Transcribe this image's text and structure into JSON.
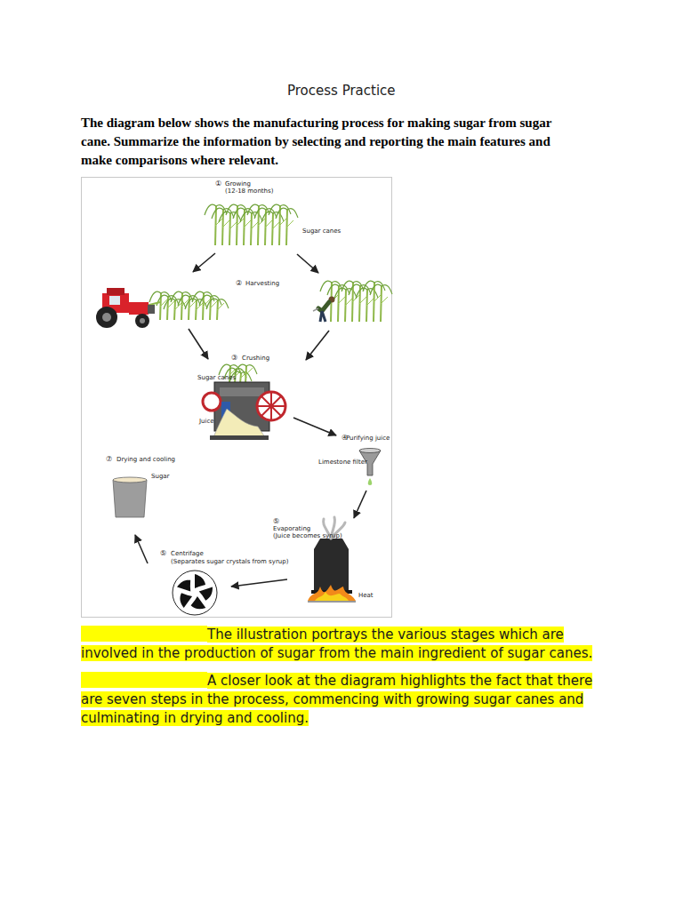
{
  "diagram": {
    "title": "Process Practice",
    "labels": [
      "The diagram below shows the manufacturing process for making sugar from sugar cane. Summarize the information by selecting and reporting the main features and make comparisons where relevant.",
      "①",
      "Growing",
      "(12-18 months)",
      "Sugar canes",
      "②",
      "Harvesting",
      "③",
      "Crushing",
      "Sugar canes",
      "Juice",
      "④",
      "Purifying juice",
      "Limestone filter",
      "⑤",
      "Evaporating",
      "(Juice becomes syrup)",
      "Heat",
      "⑤",
      "Centrifage",
      "(Separates sugar crystals from syrup)",
      "⑦",
      "Drying and cooling",
      "Sugar",
      "The illustration portrays the various stages which are involved in the production of sugar from the main ingredient of sugar canes.",
      "A closer look at the diagram highlights the fact that there are seven steps in the process, commencing with growing sugar canes and culminating in drying and cooling."
    ]
  }
}
